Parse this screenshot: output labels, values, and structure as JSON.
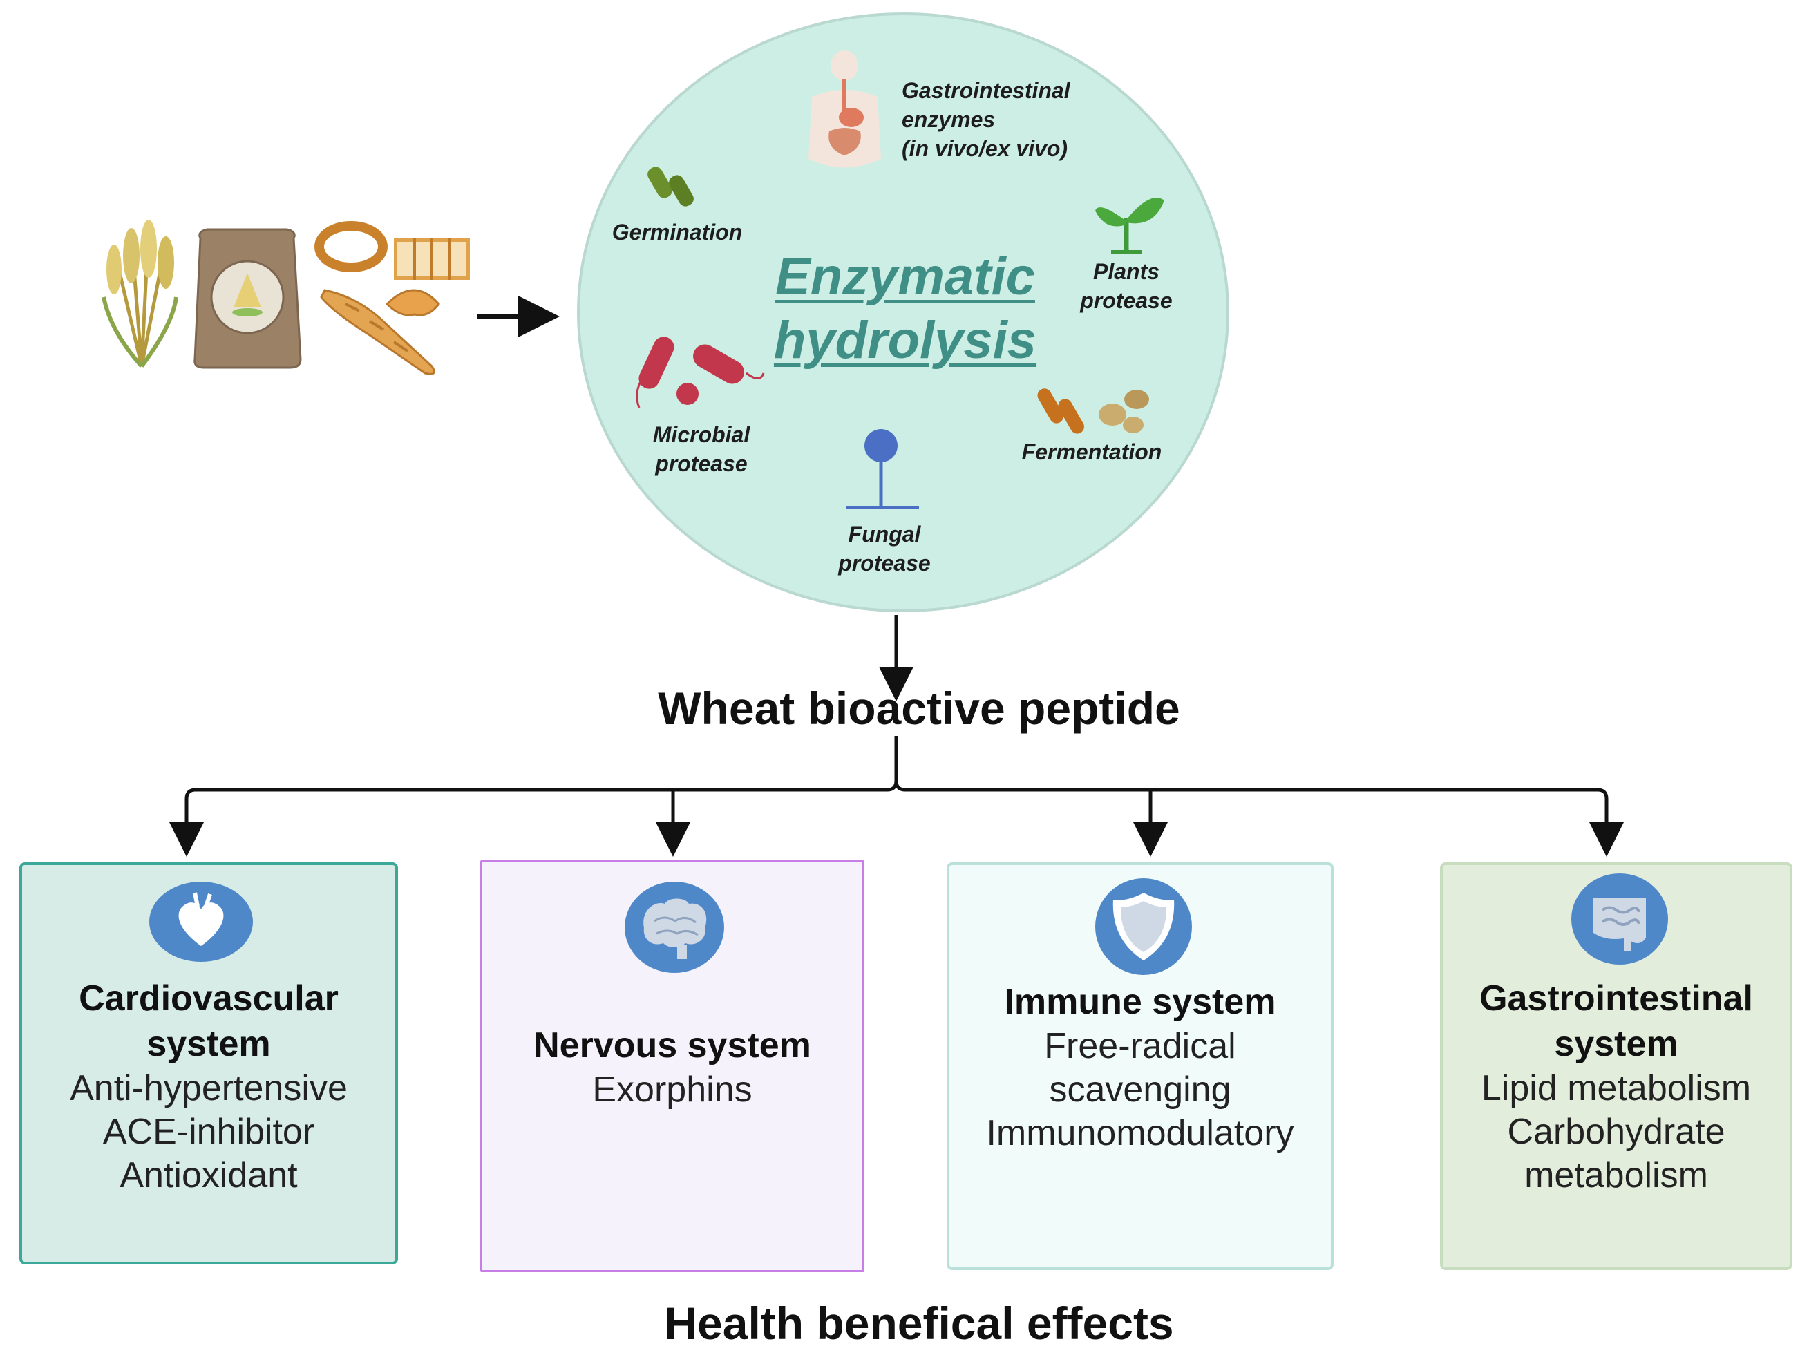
{
  "hydrolysis": {
    "title_line1": "Enzymatic",
    "title_line2": "hydrolysis",
    "sources": {
      "gastrointestinal": [
        "Gastrointestinal",
        "enzymes",
        "(in vivo/ex vivo)"
      ],
      "germination": [
        "Germination"
      ],
      "plants": [
        "Plants",
        "protease"
      ],
      "microbial": [
        "Microbial",
        "protease"
      ],
      "fermentation": [
        "Fermentation"
      ],
      "fungal": [
        "Fungal",
        "protease"
      ]
    }
  },
  "center_label": "Wheat bioactive peptide",
  "footer_label": "Health benefical effects",
  "effects": [
    {
      "title": [
        "Cardiovascular",
        "system"
      ],
      "items": [
        "Anti-hypertensive",
        "ACE-inhibitor",
        "Antioxidant"
      ],
      "icon": "heart-icon"
    },
    {
      "title": [
        "Nervous system"
      ],
      "items": [
        "Exorphins"
      ],
      "icon": "brain-icon"
    },
    {
      "title": [
        "Immune system"
      ],
      "items": [
        "Free-radical",
        "scavenging",
        "Immunomodulatory"
      ],
      "icon": "shield-icon"
    },
    {
      "title": [
        "Gastrointestinal",
        "system"
      ],
      "items": [
        "Lipid metabolism",
        "Carbohydrate",
        "metabolism"
      ],
      "icon": "intestine-icon"
    }
  ],
  "colors": {
    "circle_fill": "#cdeee4",
    "circle_stroke": "#b9d8cf",
    "enzymatic_text": "#3f8f86",
    "cardio_fill": "#d7ebe7",
    "cardio_border": "#3ba89a",
    "nervous_fill": "#f5f2fc",
    "nervous_border": "#c77ee6",
    "immune_fill": "#f1fbf9",
    "immune_border": "#b9e1da",
    "gastro_fill": "#e2eddc",
    "gastro_border": "#c8ddbf",
    "icon_circle": "#4f88c9"
  }
}
